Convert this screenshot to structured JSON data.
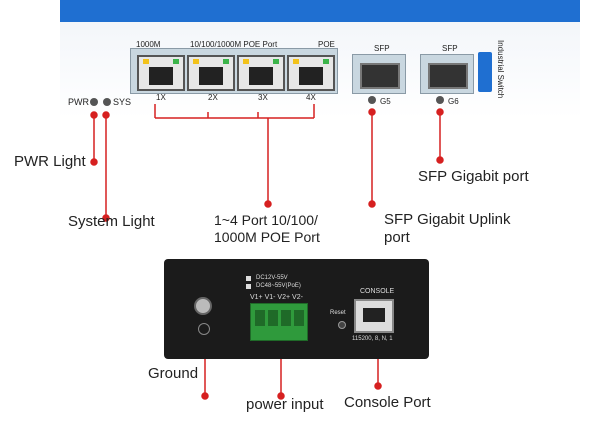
{
  "front_panel": {
    "label_1000m": "1000M",
    "label_port_group": "10/100/1000M  POE  Port",
    "label_poe": "POE",
    "port_numbers": [
      "1X",
      "2X",
      "3X",
      "4X"
    ],
    "sfp_label_1": "SFP",
    "sfp_label_2": "SFP",
    "sfp_port_1": "G5",
    "sfp_port_2": "G6",
    "led_pwr": "PWR",
    "led_sys": "SYS",
    "brand": "Industrial Switch"
  },
  "callouts": {
    "pwr_light": "PWR Light",
    "system_light": "System Light",
    "poe_port_line1": "1~4 Port 10/100/",
    "poe_port_line2": "1000M POE Port",
    "sfp_gigabit_port": "SFP Gigabit port",
    "sfp_uplink_line1": "SFP Gigabit Uplink",
    "sfp_uplink_line2": "port",
    "ground": "Ground",
    "power_input": "power input",
    "console_port": "Console Port"
  },
  "bottom_panel": {
    "dc_line1": "DC12V-55V",
    "dc_line2": "DC48~55V(PoE)",
    "terminal_labels": "V1+ V1-  V2+ V2-",
    "reset": "Reset",
    "console": "CONSOLE",
    "baud": "115200, 8, N, 1"
  },
  "colors": {
    "accent_blue": "#1f6fd1",
    "callout_red": "#d62020",
    "terminal_green": "#2f9a3c",
    "device_black": "#1b1b1b"
  }
}
